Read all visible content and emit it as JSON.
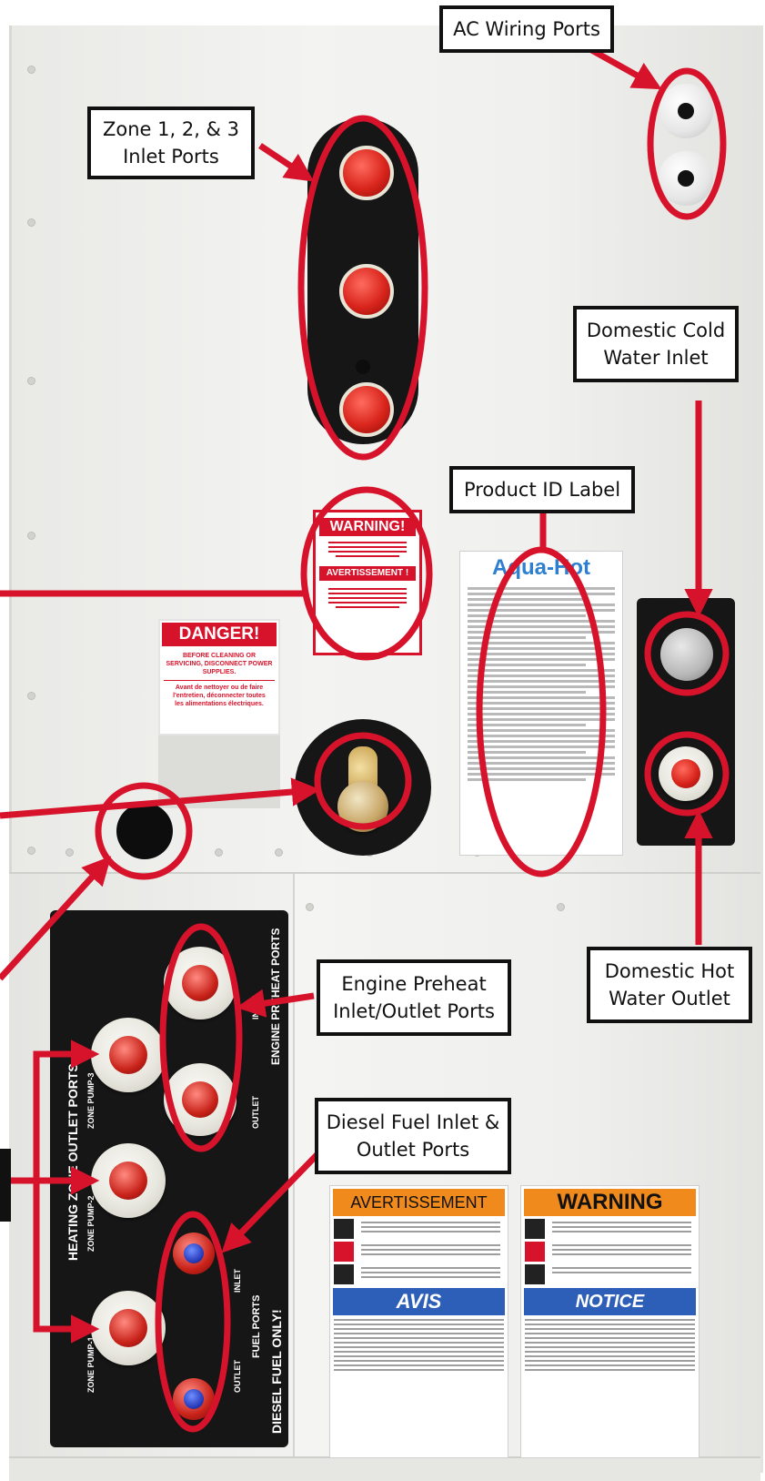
{
  "callouts": {
    "ac_wiring": "AC Wiring Ports",
    "zone_inlet": "Zone 1, 2, & 3\nInlet Ports",
    "cold_water": "Domestic Cold\nWater Inlet",
    "product_id": "Product ID Label",
    "engine_preheat": "Engine Preheat\nInlet/Outlet Ports",
    "diesel_fuel": "Diesel Fuel Inlet &\nOutlet Ports",
    "hot_water": "Domestic Hot\nWater Outlet"
  },
  "warning_sticker": {
    "title": "WARNING!",
    "title_fr": "AVERTISSEMENT !"
  },
  "danger_sticker": {
    "title": "DANGER!",
    "body": "BEFORE CLEANING OR SERVICING, DISCONNECT POWER SUPPLIES.",
    "body_fr": "Avant de nettoyer ou de faire l'entretien, déconnecter toutes les alimentations électriques."
  },
  "product_label": {
    "brand": "Aqua-Hot"
  },
  "port_panel": {
    "heating_zone_ports": "HEATING ZONE OUTLET PORTS",
    "engine_preheat_ports": "ENGINE PREHEAT PORTS",
    "fuel_ports": "FUEL PORTS",
    "diesel_only": "DIESEL FUEL ONLY!",
    "zone_pump_3": "ZONE PUMP-3",
    "zone_pump_2": "ZONE PUMP-2",
    "zone_pump_1": "ZONE PUMP-1",
    "inlet": "INLET",
    "outlet": "OUTLET"
  },
  "safety_labels": {
    "fr_header": "AVERTISSEMENT",
    "fr_notice": "AVIS",
    "en_header": "WARNING",
    "en_notice": "NOTICE"
  },
  "colors": {
    "callout_red": "#d7132b",
    "callout_border": "#111111",
    "panel_black": "#161616"
  }
}
